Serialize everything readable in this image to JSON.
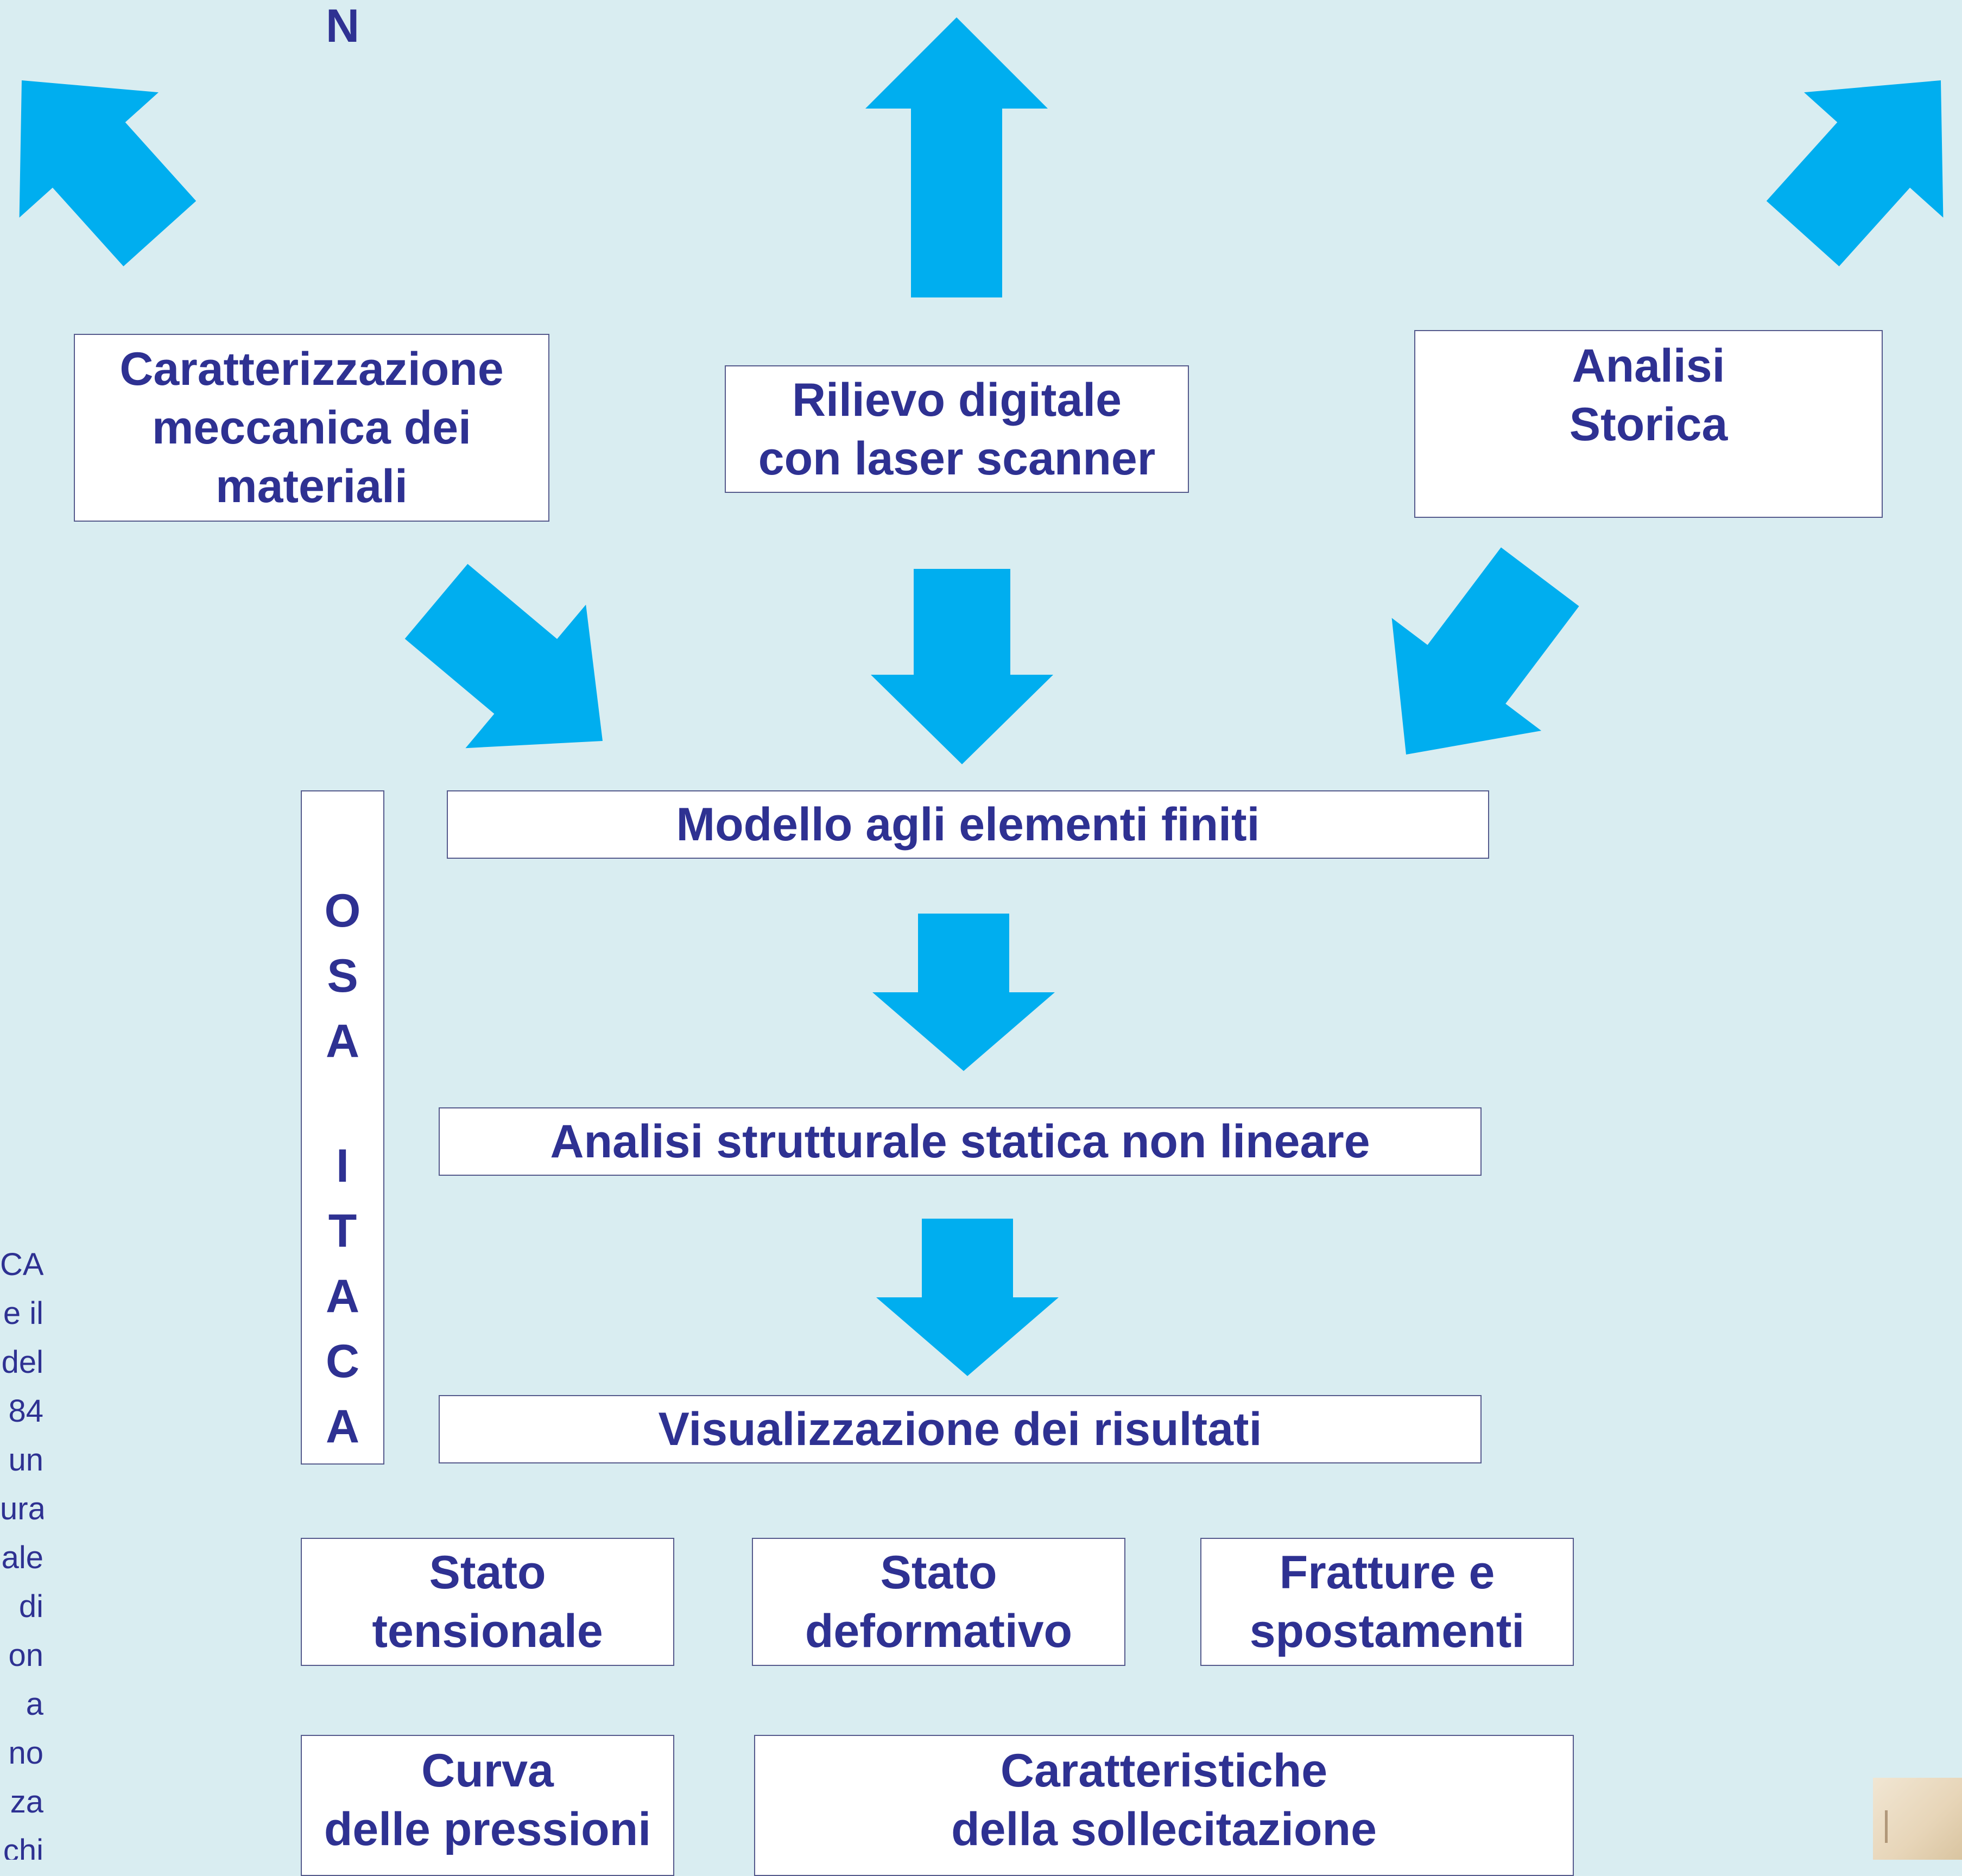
{
  "colors": {
    "background": "#d9edf1",
    "arrow": "#00aeef",
    "text": "#2e3192",
    "box_border": "#555a8c"
  },
  "boxes": {
    "materials": "Caratterizzazione\nmeccanica dei\nmateriali",
    "laser": "Rilievo digitale\ncon laser scanner",
    "history": "Analisi\nStorica",
    "fem_model": "Modello agli  elementi  finiti",
    "analysis": "Analisi strutturale statica non lineare",
    "results": "Visualizzazione dei risultati",
    "tension": "Stato\ntensionale",
    "deformation": "Stato\ndeformativo",
    "fractures": "Fratture e\nspostamenti",
    "pressure": "Curva\ndelle pressioni",
    "stress": "Caratteristiche\ndella sollecitazione"
  },
  "vertical_label": [
    "N",
    "O",
    "S",
    "A",
    "",
    "I",
    "T",
    "A",
    "C",
    "A"
  ],
  "side_text_fragments": [
    "CA",
    "e  il",
    "del",
    "84",
    "un",
    "ura",
    "ale",
    "di",
    "on",
    "a",
    "no",
    "za",
    "chi"
  ]
}
